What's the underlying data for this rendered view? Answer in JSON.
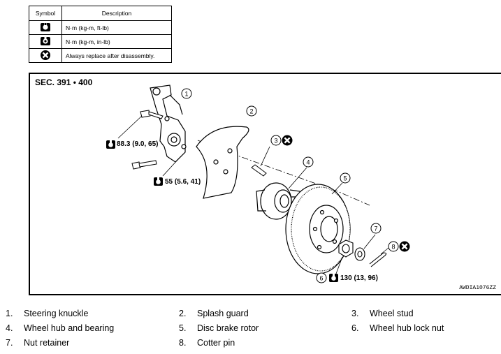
{
  "legend_table": {
    "headers": [
      "Symbol",
      "Description"
    ],
    "rows": [
      {
        "icon": "torque-ftlb-icon",
        "description": "N·m (kg-m, ft-lb)"
      },
      {
        "icon": "torque-inlb-icon",
        "description": "N·m (kg-m, in-lb)"
      },
      {
        "icon": "replace-x-icon",
        "description": "Always replace after disassembly."
      }
    ]
  },
  "diagram": {
    "section": "SEC. 391 • 400",
    "torques": {
      "knuckle_bolt": "88.3 (9.0, 65)",
      "guard_bolt": "55 (5.6, 41)",
      "hub_nut": "130 (13, 96)"
    },
    "callouts": [
      "1",
      "2",
      "3",
      "4",
      "5",
      "6",
      "7",
      "8"
    ],
    "drawing_code": "AWDIA1076ZZ"
  },
  "parts": [
    {
      "num": "1.",
      "name": "Steering knuckle"
    },
    {
      "num": "2.",
      "name": "Splash guard"
    },
    {
      "num": "3.",
      "name": "Wheel stud"
    },
    {
      "num": "4.",
      "name": "Wheel hub and bearing"
    },
    {
      "num": "5.",
      "name": "Disc brake rotor"
    },
    {
      "num": "6.",
      "name": "Wheel hub lock nut"
    },
    {
      "num": "7.",
      "name": "Nut retainer"
    },
    {
      "num": "8.",
      "name": "Cotter pin"
    }
  ]
}
